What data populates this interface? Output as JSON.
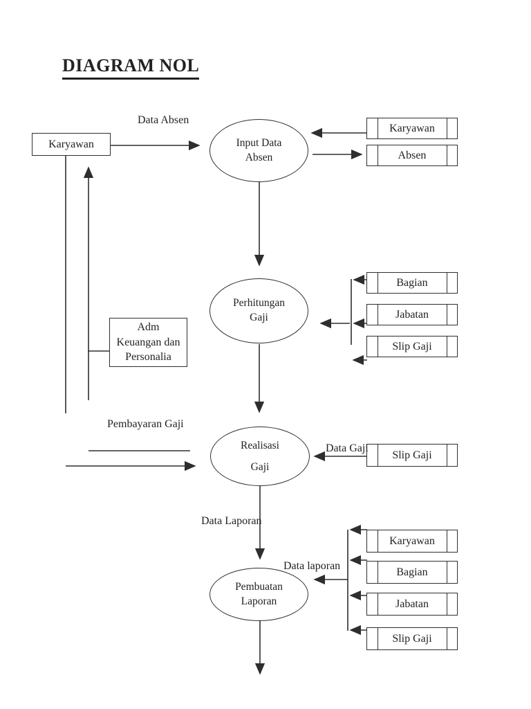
{
  "title": "DIAGRAM NOL",
  "entities": {
    "karyawan": "Karyawan",
    "adm": "Adm\nKeuangan dan\nPersonalia"
  },
  "processes": [
    {
      "label": "Input Data\nAbsen"
    },
    {
      "label": "Perhitungan\nGaji"
    },
    {
      "label": "Realisasi\nGaji"
    },
    {
      "label": "Pembuatan\nLaporan"
    }
  ],
  "datastores": [
    {
      "label": "Karyawan"
    },
    {
      "label": "Absen"
    },
    {
      "label": "Bagian"
    },
    {
      "label": "Jabatan"
    },
    {
      "label": "Slip Gaji"
    },
    {
      "label": "Slip Gaji"
    },
    {
      "label": "Karyawan"
    },
    {
      "label": "Bagian"
    },
    {
      "label": "Jabatan"
    },
    {
      "label": "Slip Gaji"
    }
  ],
  "flow_labels": {
    "data_absen": "Data Absen",
    "pembayaran_gaji": "Pembayaran Gaji",
    "data_gaji": "Data Gaji",
    "data_laporan": "Data Laporan",
    "data_laporan_2": "Data laporan"
  },
  "colors": {
    "ink": "#222222",
    "line": "#2e2e2e",
    "paper": "#ffffff"
  }
}
